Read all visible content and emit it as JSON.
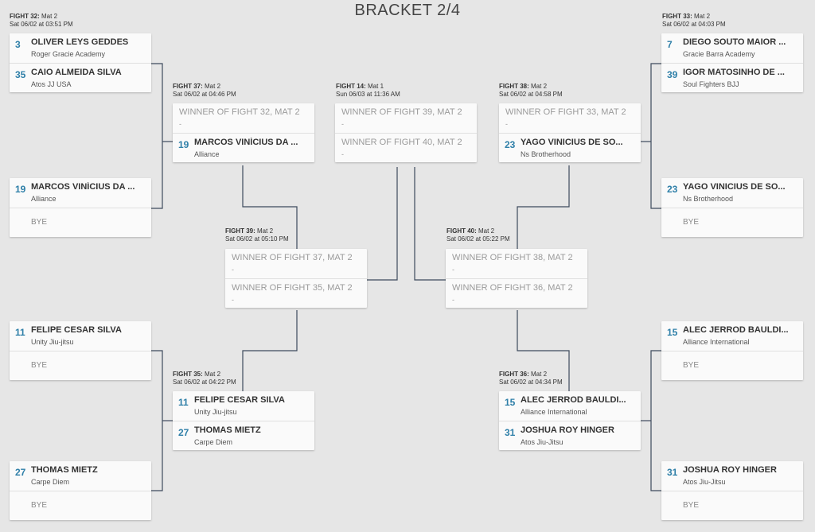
{
  "title": "BRACKET 2/4",
  "fights": {
    "f32": {
      "label": "FIGHT 32:",
      "mat": "Mat 2",
      "time": "Sat 06/02 at 03:51 PM",
      "slots": [
        {
          "seed": "3",
          "name": "OLIVER LEYS GEDDES",
          "team": "Roger Gracie Academy"
        },
        {
          "seed": "35",
          "name": "CAIO ALMEIDA SILVA",
          "team": "Atos JJ USA"
        }
      ]
    },
    "f33": {
      "label": "FIGHT 33:",
      "mat": "Mat 2",
      "time": "Sat 06/02 at 04:03 PM",
      "slots": [
        {
          "seed": "7",
          "name": "DIEGO SOUTO MAIOR ...",
          "team": "Gracie Barra Academy"
        },
        {
          "seed": "39",
          "name": "IGOR MATOSINHO DE ...",
          "team": "Soul Fighters BJJ"
        }
      ]
    },
    "l1": {
      "slots": [
        {
          "seed": "19",
          "name": "MARCOS VINÍCIUS DA ...",
          "team": "Alliance"
        },
        {
          "bye": "BYE"
        }
      ]
    },
    "r1": {
      "slots": [
        {
          "seed": "23",
          "name": "YAGO VINICIUS DE SO...",
          "team": "Ns Brotherhood"
        },
        {
          "bye": "BYE"
        }
      ]
    },
    "l2": {
      "slots": [
        {
          "seed": "11",
          "name": "FELIPE CESAR SILVA",
          "team": "Unity Jiu-jitsu"
        },
        {
          "bye": "BYE"
        }
      ]
    },
    "r2": {
      "slots": [
        {
          "seed": "15",
          "name": "ALEC JERROD BAULDI...",
          "team": "Alliance International"
        },
        {
          "bye": "BYE"
        }
      ]
    },
    "l3": {
      "slots": [
        {
          "seed": "27",
          "name": "THOMAS MIETZ",
          "team": "Carpe Diem"
        },
        {
          "bye": "BYE"
        }
      ]
    },
    "r3": {
      "slots": [
        {
          "seed": "31",
          "name": "JOSHUA ROY HINGER",
          "team": "Atos Jiu-Jitsu"
        },
        {
          "bye": "BYE"
        }
      ]
    },
    "f37": {
      "label": "FIGHT 37:",
      "mat": "Mat 2",
      "time": "Sat 06/02 at 04:46 PM",
      "slots": [
        {
          "ph": "WINNER OF FIGHT 32, MAT 2",
          "dash": "-"
        },
        {
          "seed": "19",
          "name": "MARCOS VINÍCIUS DA ...",
          "team": "Alliance"
        }
      ]
    },
    "f14": {
      "label": "FIGHT 14:",
      "mat": "Mat 1",
      "time": "Sun 06/03 at 11:36 AM",
      "slots": [
        {
          "ph": "WINNER OF FIGHT 39, MAT 2",
          "dash": "-"
        },
        {
          "ph": "WINNER OF FIGHT 40, MAT 2",
          "dash": "-"
        }
      ]
    },
    "f38": {
      "label": "FIGHT 38:",
      "mat": "Mat 2",
      "time": "Sat 06/02 at 04:58 PM",
      "slots": [
        {
          "ph": "WINNER OF FIGHT 33, MAT 2",
          "dash": "-"
        },
        {
          "seed": "23",
          "name": "YAGO VINICIUS DE SO...",
          "team": "Ns Brotherhood"
        }
      ]
    },
    "f39": {
      "label": "FIGHT 39:",
      "mat": "Mat 2",
      "time": "Sat 06/02 at 05:10 PM",
      "slots": [
        {
          "ph": "WINNER OF FIGHT 37, MAT 2",
          "dash": "-"
        },
        {
          "ph": "WINNER OF FIGHT 35, MAT 2",
          "dash": "-"
        }
      ]
    },
    "f40": {
      "label": "FIGHT 40:",
      "mat": "Mat 2",
      "time": "Sat 06/02 at 05:22 PM",
      "slots": [
        {
          "ph": "WINNER OF FIGHT 38, MAT 2",
          "dash": "-"
        },
        {
          "ph": "WINNER OF FIGHT 36, MAT 2",
          "dash": "-"
        }
      ]
    },
    "f35": {
      "label": "FIGHT 35:",
      "mat": "Mat 2",
      "time": "Sat 06/02 at 04:22 PM",
      "slots": [
        {
          "seed": "11",
          "name": "FELIPE CESAR SILVA",
          "team": "Unity Jiu-jitsu"
        },
        {
          "seed": "27",
          "name": "THOMAS MIETZ",
          "team": "Carpe Diem"
        }
      ]
    },
    "f36": {
      "label": "FIGHT 36:",
      "mat": "Mat 2",
      "time": "Sat 06/02 at 04:34 PM",
      "slots": [
        {
          "seed": "15",
          "name": "ALEC JERROD BAULDI...",
          "team": "Alliance International"
        },
        {
          "seed": "31",
          "name": "JOSHUA ROY HINGER",
          "team": "Atos Jiu-Jitsu"
        }
      ]
    }
  },
  "colors": {
    "seed": "#2e7fa8",
    "connector": "#3d4a5c",
    "background": "#e6e6e6",
    "card": "#fafafa"
  }
}
